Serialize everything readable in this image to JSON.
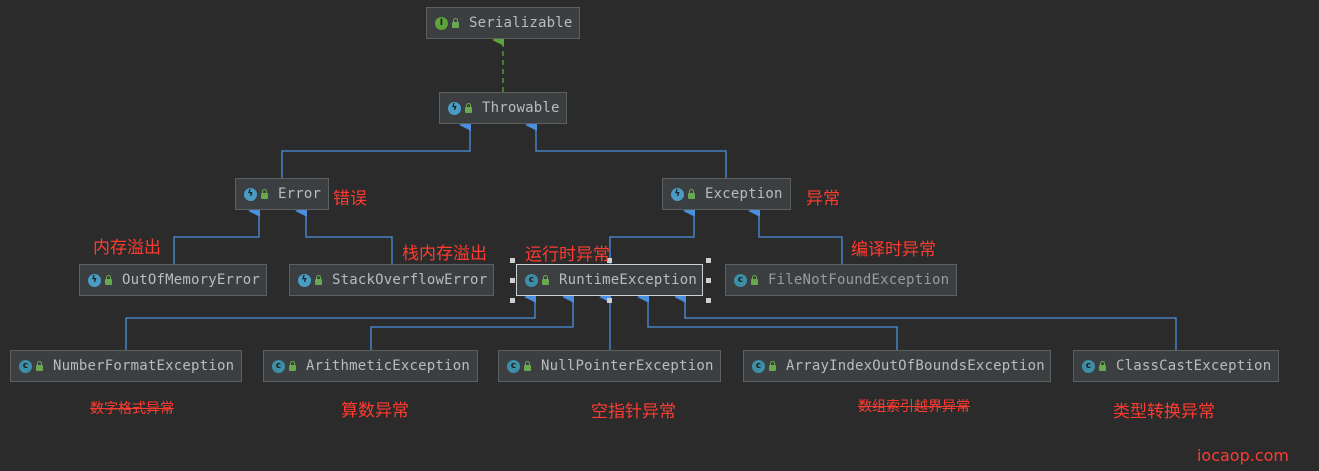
{
  "nodes": {
    "serializable": {
      "name": "Serializable",
      "kind": "interface"
    },
    "throwable": {
      "name": "Throwable",
      "kind": "throwable"
    },
    "error": {
      "name": "Error",
      "kind": "throwable"
    },
    "exception": {
      "name": "Exception",
      "kind": "throwable"
    },
    "out_of_memory": {
      "name": "OutOfMemoryError",
      "kind": "throwable"
    },
    "stack_overflow": {
      "name": "StackOverflowError",
      "kind": "throwable"
    },
    "runtime": {
      "name": "RuntimeException",
      "kind": "class"
    },
    "file_not_found": {
      "name": "FileNotFoundException",
      "kind": "class"
    },
    "number_format": {
      "name": "NumberFormatException",
      "kind": "class"
    },
    "arithmetic": {
      "name": "ArithmeticException",
      "kind": "class"
    },
    "null_pointer": {
      "name": "NullPointerException",
      "kind": "class"
    },
    "array_index": {
      "name": "ArrayIndexOutOfBoundsException",
      "kind": "class"
    },
    "class_cast": {
      "name": "ClassCastException",
      "kind": "class"
    }
  },
  "labels": {
    "error_cn": "错误",
    "exception_cn": "异常",
    "oom_cn": "内存溢出",
    "stack_cn": "栈内存溢出",
    "runtime_cn": "运行时异常",
    "compile_cn": "编译时异常",
    "number_format_cn": "数字格式异常",
    "arithmetic_cn": "算数异常",
    "null_pointer_cn": "空指针异常",
    "array_index_cn": "数组索引越界异常",
    "class_cast_cn": "类型转换异常"
  },
  "watermark": "iocaop.com",
  "colors": {
    "background": "#2b2b2b",
    "node_fill": "#3c3f41",
    "solid_arrow": "#4a8fe0",
    "dashed_arrow": "#5fa33d",
    "label_red": "#ff3b30"
  },
  "edges": [
    {
      "from": "throwable",
      "to": "serializable",
      "style": "dashed"
    },
    {
      "from": "error",
      "to": "throwable",
      "style": "solid"
    },
    {
      "from": "exception",
      "to": "throwable",
      "style": "solid"
    },
    {
      "from": "out_of_memory",
      "to": "error",
      "style": "solid"
    },
    {
      "from": "stack_overflow",
      "to": "error",
      "style": "solid"
    },
    {
      "from": "runtime",
      "to": "exception",
      "style": "solid"
    },
    {
      "from": "file_not_found",
      "to": "exception",
      "style": "solid"
    },
    {
      "from": "number_format",
      "to": "runtime",
      "style": "solid"
    },
    {
      "from": "arithmetic",
      "to": "runtime",
      "style": "solid"
    },
    {
      "from": "null_pointer",
      "to": "runtime",
      "style": "solid"
    },
    {
      "from": "array_index",
      "to": "runtime",
      "style": "solid"
    },
    {
      "from": "class_cast",
      "to": "runtime",
      "style": "solid"
    }
  ]
}
